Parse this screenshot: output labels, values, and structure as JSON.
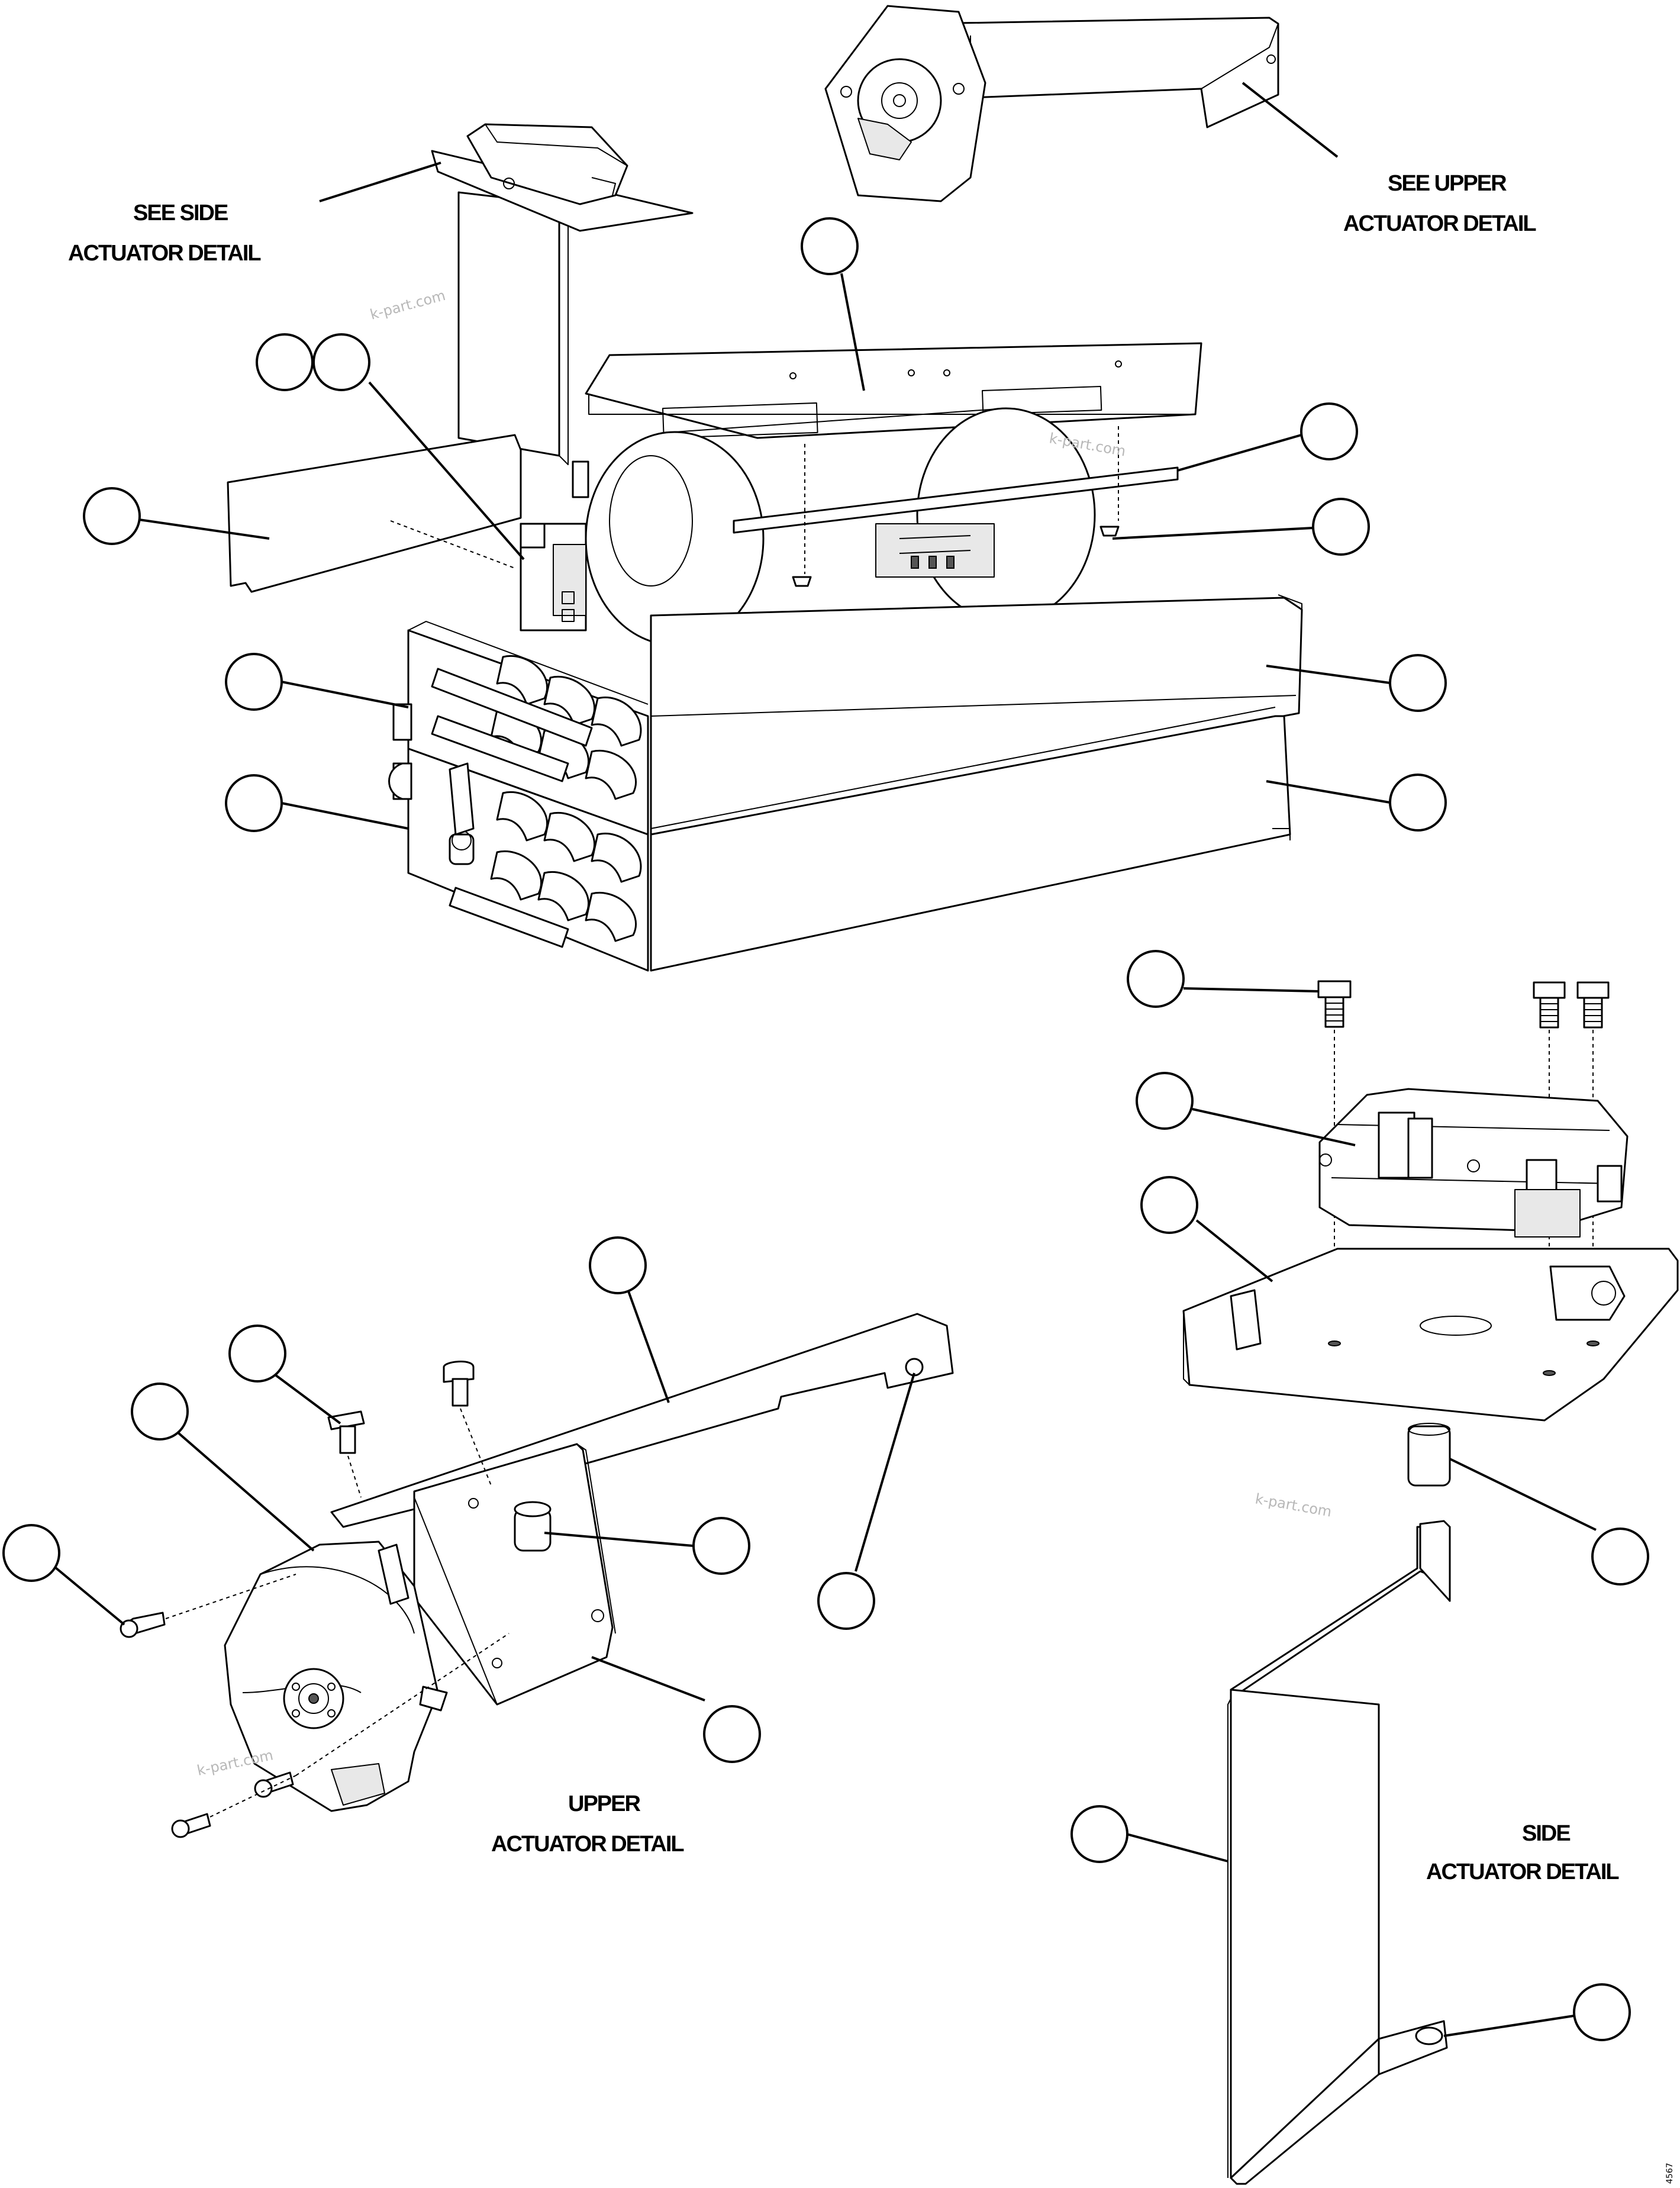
{
  "labels": {
    "see_side_line1": "SEE SIDE",
    "see_side_line2": "ACTUATOR DETAIL",
    "see_upper_line1": "SEE UPPER",
    "see_upper_line2": "ACTUATOR DETAIL",
    "upper_detail_line1": "UPPER",
    "upper_detail_line2": "ACTUATOR DETAIL",
    "side_detail_line1": "SIDE",
    "side_detail_line2": "ACTUATOR DETAIL"
  },
  "watermarks": [
    "k-part.com",
    "k-part.com",
    "k-part.com",
    "k-part.com"
  ],
  "drawing_code": "4567"
}
